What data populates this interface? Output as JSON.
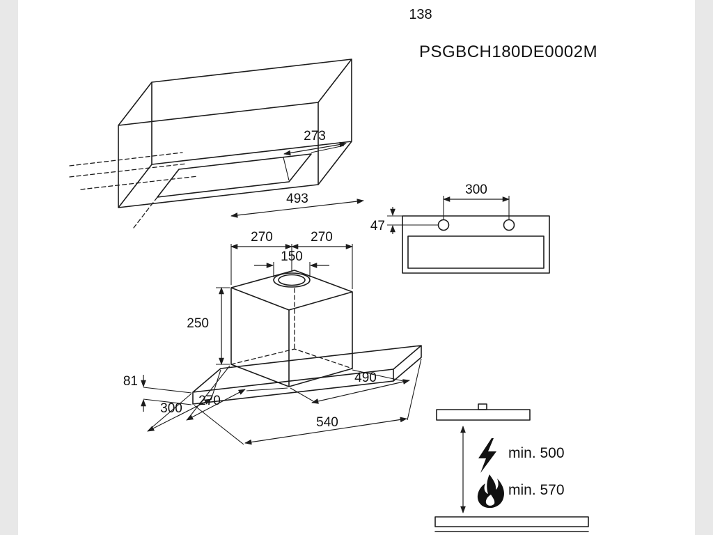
{
  "page": {
    "number": "138",
    "model_code": "PSGBCH180DE0002M"
  },
  "cabinet_drawing": {
    "cutout_depth_mm": "273",
    "cutout_width_mm": "493"
  },
  "hood_drawing": {
    "offset_left_mm": "270",
    "offset_right_mm": "270",
    "duct_diameter_mm": "150",
    "body_height_mm": "250",
    "frame_height_mm": "81",
    "frame_depth_mm": "300",
    "body_depth_mm": "270",
    "body_width_mm": "490",
    "frame_width_mm": "540"
  },
  "front_view": {
    "hole_spacing_mm": "300",
    "hole_offset_mm": "47"
  },
  "clearance_diagram": {
    "electric_min": "min. 500",
    "gas_min": "min. 570"
  },
  "icons": {
    "electric": "lightning-bolt",
    "gas": "flame",
    "clearance": "double-headed-vertical-arrow"
  },
  "colors": {
    "line": "#1c1c1c",
    "page": "#ffffff",
    "margin": "#e8e8e8"
  }
}
